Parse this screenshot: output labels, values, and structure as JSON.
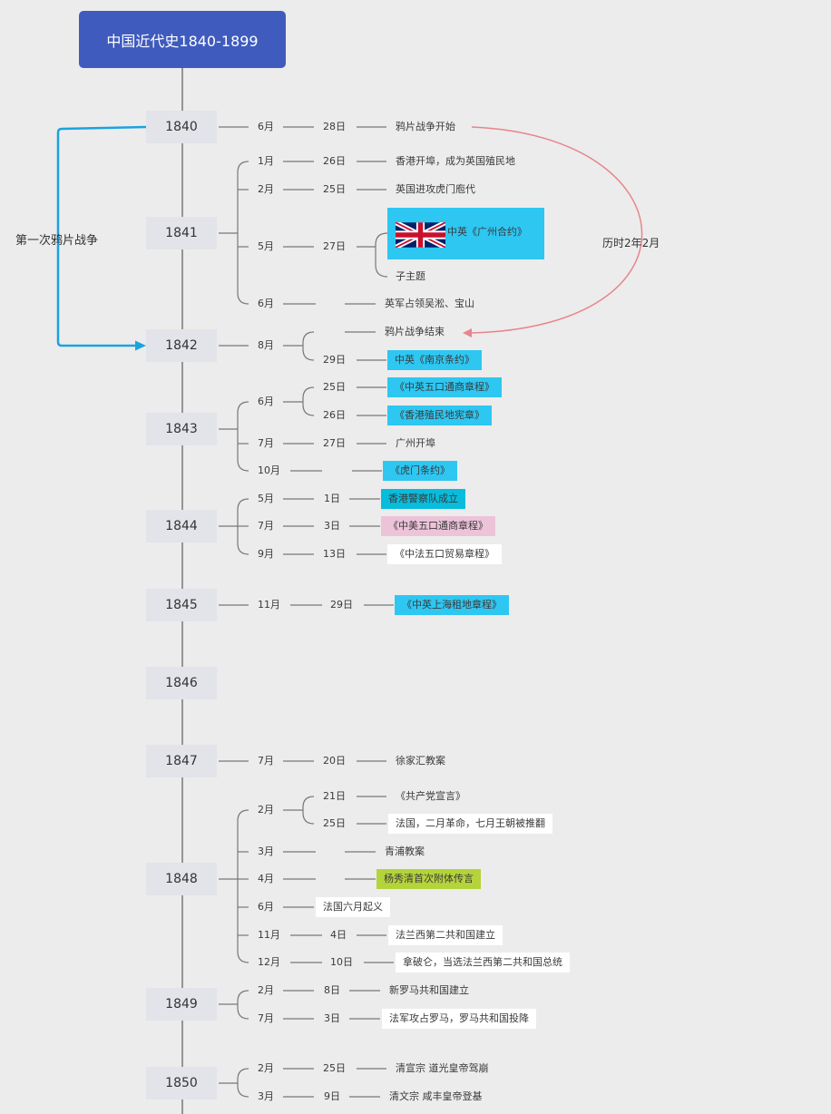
{
  "title": "中国近代史1840-1899",
  "side_label": "第一次鸦片战争",
  "duration_label": "历时2年2月",
  "colors": {
    "title_bg": "#3f5bbe",
    "year_bg": "#e3e3ea",
    "highlight_blue": "#2ec7f2",
    "highlight_cyan": "#08bcdc",
    "highlight_pink": "#ecc3d8",
    "highlight_green": "#b5d43b",
    "bracket_arrow": "#1aa3e0",
    "curve_arrow": "#e8848c"
  },
  "years": [
    "1840",
    "1841",
    "1842",
    "1843",
    "1844",
    "1845",
    "1846",
    "1847",
    "1848",
    "1849",
    "1850"
  ],
  "rows": [
    {
      "month": "6月",
      "day": "28日",
      "text": "鸦片战争开始",
      "style": ""
    },
    {
      "month": "1月",
      "day": "26日",
      "text": "香港开埠，成为英国殖民地",
      "style": ""
    },
    {
      "month": "2月",
      "day": "25日",
      "text": "英国进攻虎门庖代",
      "style": ""
    },
    {
      "month": "5月",
      "day": "27日",
      "text": "中英《广州合约》",
      "style": "",
      "icon": "uk-flag-icon"
    },
    {
      "month": "",
      "day": "",
      "text": "子主题",
      "style": ""
    },
    {
      "month": "6月",
      "day": "",
      "text": "英军占领吴淞、宝山",
      "style": ""
    },
    {
      "month": "8月",
      "day": "",
      "text": "鸦片战争结束",
      "style": ""
    },
    {
      "month": "",
      "day": "29日",
      "text": "中英《南京条约》",
      "style": "blue"
    },
    {
      "month": "6月",
      "day": "25日",
      "text": "《中英五口通商章程》",
      "style": "blue"
    },
    {
      "month": "",
      "day": "26日",
      "text": "《香港殖民地宪章》",
      "style": "blue"
    },
    {
      "month": "7月",
      "day": "27日",
      "text": "广州开埠",
      "style": ""
    },
    {
      "month": "10月",
      "day": "",
      "text": "《虎门条约》",
      "style": "blue"
    },
    {
      "month": "5月",
      "day": "1日",
      "text": "香港警察队成立",
      "style": "cyan"
    },
    {
      "month": "7月",
      "day": "3日",
      "text": "《中美五口通商章程》",
      "style": "pink"
    },
    {
      "month": "9月",
      "day": "13日",
      "text": "《中法五口贸易章程》",
      "style": "white"
    },
    {
      "month": "11月",
      "day": "29日",
      "text": "《中英上海租地章程》",
      "style": "blue"
    },
    {
      "month": "7月",
      "day": "20日",
      "text": "徐家汇教案",
      "style": ""
    },
    {
      "month": "2月",
      "day": "21日",
      "text": "《共产党宣言》",
      "style": ""
    },
    {
      "month": "",
      "day": "25日",
      "text": "法国，二月革命，七月王朝被推翻",
      "style": "white"
    },
    {
      "month": "3月",
      "day": "",
      "text": "青浦教案",
      "style": ""
    },
    {
      "month": "4月",
      "day": "",
      "text": "杨秀清首次附体传言",
      "style": "green"
    },
    {
      "month": "6月",
      "day": "",
      "text": "法国六月起义",
      "style": "white"
    },
    {
      "month": "11月",
      "day": "4日",
      "text": "法兰西第二共和国建立",
      "style": "white"
    },
    {
      "month": "12月",
      "day": "10日",
      "text": "拿破仑，当选法兰西第二共和国总统",
      "style": "white"
    },
    {
      "month": "2月",
      "day": "8日",
      "text": "新罗马共和国建立",
      "style": ""
    },
    {
      "month": "7月",
      "day": "3日",
      "text": "法军攻占罗马，罗马共和国投降",
      "style": "white"
    },
    {
      "month": "2月",
      "day": "25日",
      "text": "清宣宗 道光皇帝驾崩",
      "style": ""
    },
    {
      "month": "3月",
      "day": "9日",
      "text": "清文宗 咸丰皇帝登基",
      "style": ""
    }
  ]
}
